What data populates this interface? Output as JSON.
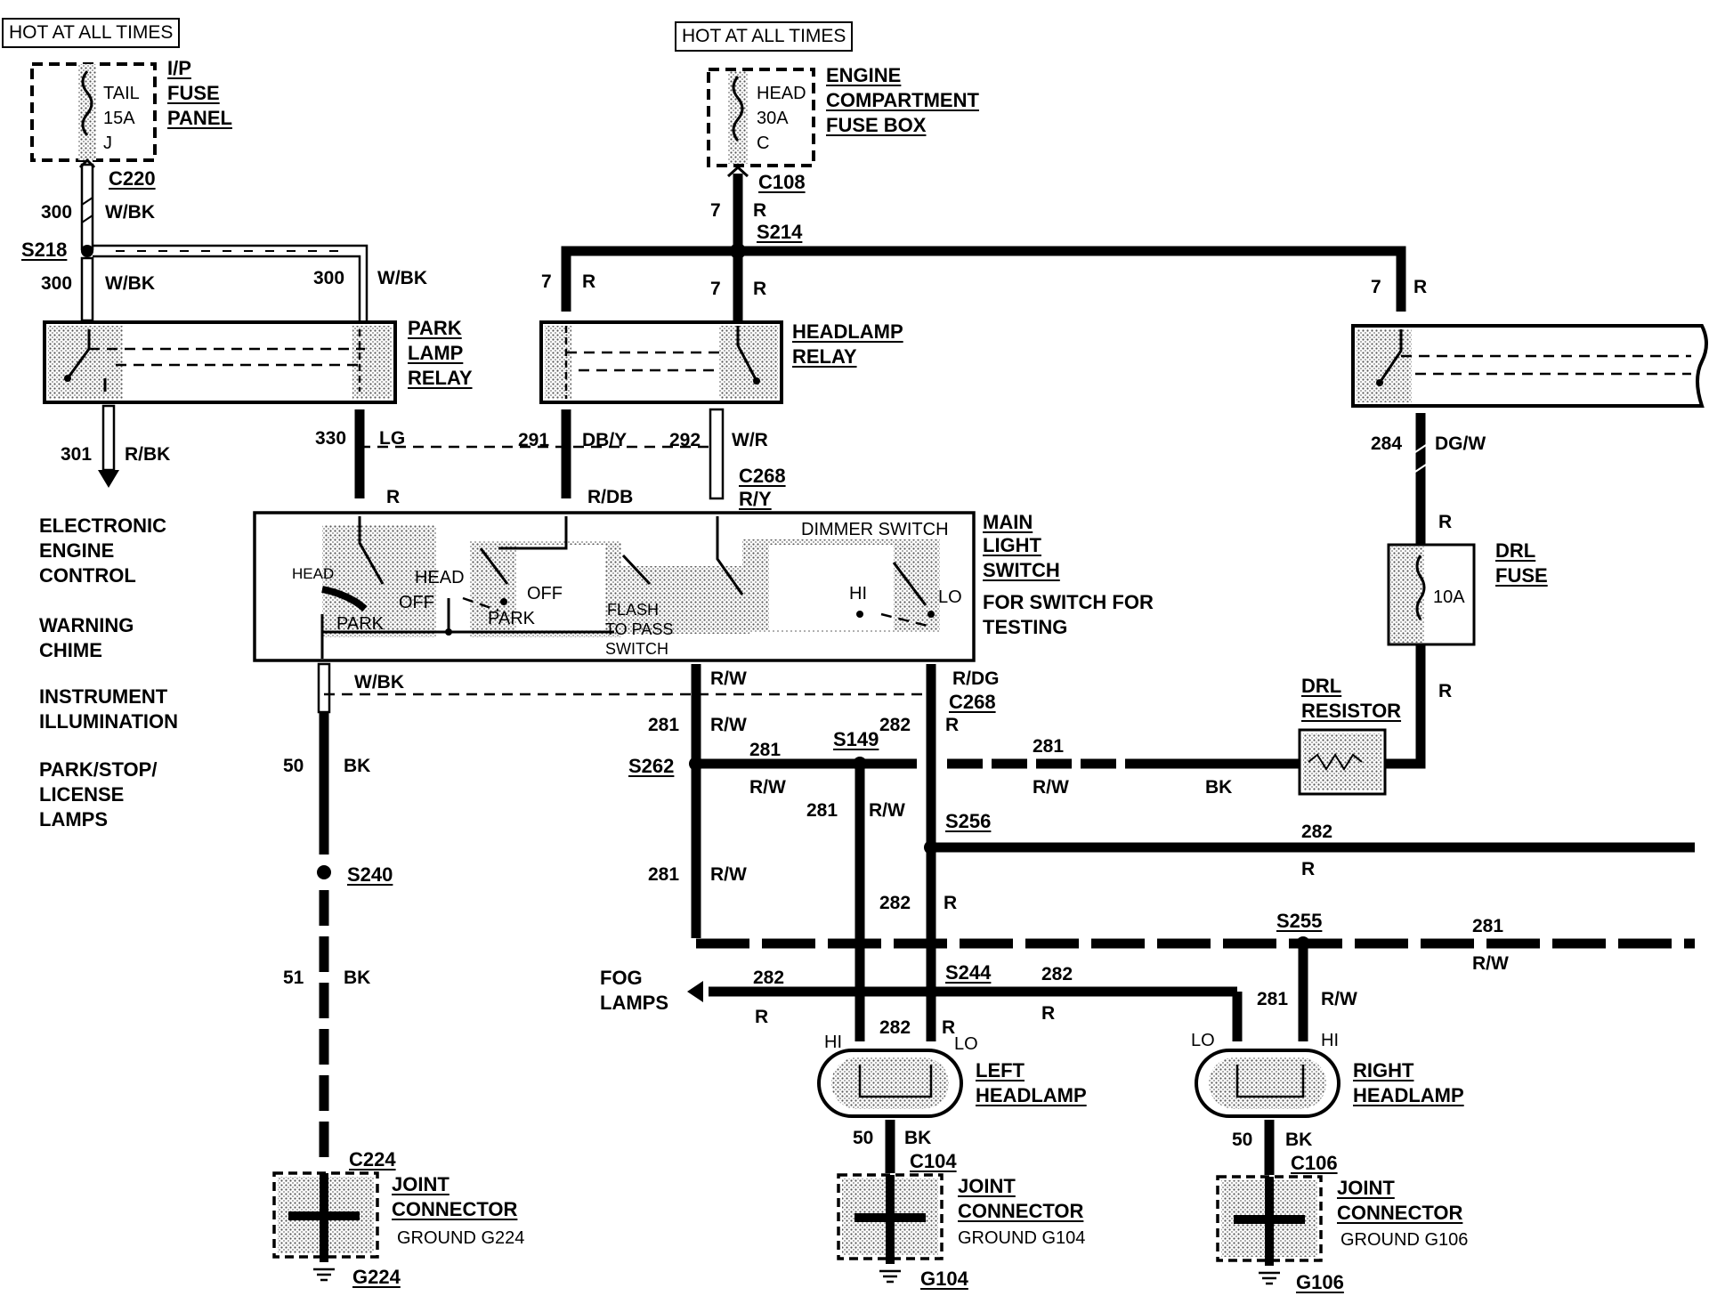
{
  "hot_labels": [
    "HOT AT ALL TIMES",
    "HOT AT ALL TIMES"
  ],
  "ip_fuse": {
    "name": "TAIL",
    "rating": "15A",
    "id": "J",
    "panel": [
      "I/P",
      "FUSE",
      "PANEL"
    ]
  },
  "engine_fuse": {
    "name": "HEAD",
    "rating": "30A",
    "id": "C",
    "box": [
      "ENGINE",
      "COMPARTMENT",
      "FUSE BOX"
    ]
  },
  "connectors": {
    "c220": "C220",
    "c108": "C108",
    "c268a": "C268",
    "c268b": "C268",
    "c224": "C224",
    "c104": "C104",
    "c106": "C106"
  },
  "splices": {
    "s218": "S218",
    "s214": "S214",
    "s262": "S262",
    "s149": "S149",
    "s256": "S256",
    "s240": "S240",
    "s244": "S244",
    "s255": "S255"
  },
  "wires": {
    "c300_top": "300",
    "wbk_top": "W/BK",
    "c300_left": "300",
    "wbk_left": "W/BK",
    "c300_right": "300",
    "wbk_right": "W/BK",
    "c7_top": "7",
    "r_top": "R",
    "c7_left": "7",
    "r_left": "R",
    "c7_mid": "7",
    "r_mid": "R",
    "c7_right": "7",
    "r_right": "R",
    "c301": "301",
    "rbk": "R/BK",
    "c330": "330",
    "lg": "LG",
    "c291": "291",
    "dby": "DB/Y",
    "c292": "292",
    "wr": "W/R",
    "c284": "284",
    "dgw": "DG/W",
    "r_sw1": "R",
    "rdb": "R/DB",
    "ry": "R/Y",
    "r_drl_top": "R",
    "r_drl_bot": "R",
    "wbk_sw": "W/BK",
    "rw_sw": "R/W",
    "rdg": "R/DG",
    "c281_a": "281",
    "rw_a": "R/W",
    "c282_a": "282",
    "r_a": "R",
    "c50_left": "50",
    "bk_left": "BK",
    "c281_s262": "281",
    "rw_s262": "R/W",
    "c281_h1": "281",
    "rw_h1": "R/W",
    "c281_drl": "281",
    "rw_drl": "R/W",
    "bk_drl": "BK",
    "c281_s149": "281",
    "rw_s149": "R/W",
    "c282_s256": "282",
    "r_s256": "R",
    "c281_left2": "281",
    "rw_left2": "R/W",
    "c282_mid": "282",
    "r_mid2": "R",
    "c281_s255": "281",
    "rw_s255": "R/W",
    "c51": "51",
    "bk51": "BK",
    "c282_fog": "282",
    "r_fog": "R",
    "c282_s244": "282",
    "r_s244": "R",
    "c281_rh": "281",
    "rw_rh": "R/W",
    "c282_lh": "282",
    "r_lh": "R",
    "c50_lh": "50",
    "bk_lh": "BK",
    "c50_rh": "50",
    "bk_rh": "BK"
  },
  "park_relay": [
    "PARK",
    "LAMP",
    "RELAY"
  ],
  "headlamp_relay": [
    "HEADLAMP",
    "RELAY"
  ],
  "eec_list": [
    "ELECTRONIC",
    "ENGINE",
    "CONTROL",
    "WARNING",
    "CHIME",
    "INSTRUMENT",
    "ILLUMINATION",
    "PARK/STOP/",
    "LICENSE",
    "LAMPS"
  ],
  "main_switch": {
    "title": [
      "MAIN",
      "LIGHT",
      "SWITCH"
    ],
    "note": [
      "FOR SWITCH FOR",
      "TESTING"
    ],
    "dimmer": "DIMMER SWITCH",
    "pos": {
      "head1": "HEAD",
      "head2": "HEAD",
      "off1": "OFF",
      "off2": "OFF",
      "park1": "PARK",
      "park2": "PARK",
      "flash": [
        "FLASH",
        "TO PASS",
        "SWITCH"
      ],
      "hi": "HI",
      "lo": "LO"
    }
  },
  "drl_fuse": {
    "label": [
      "DRL",
      "FUSE"
    ],
    "rating": "10A"
  },
  "drl_resistor": [
    "DRL",
    "RESISTOR"
  ],
  "fog": [
    "FOG",
    "LAMPS"
  ],
  "left_headlamp": {
    "label": [
      "LEFT",
      "HEADLAMP"
    ],
    "hi": "HI",
    "lo": "LO"
  },
  "right_headlamp": {
    "label": [
      "RIGHT",
      "HEADLAMP"
    ],
    "hi": "HI",
    "lo": "LO"
  },
  "joint_connectors": [
    {
      "label": [
        "JOINT",
        "CONNECTOR"
      ],
      "ground": "GROUND G224",
      "id": "G224"
    },
    {
      "label": [
        "JOINT",
        "CONNECTOR"
      ],
      "ground": "GROUND G104",
      "id": "G104"
    },
    {
      "label": [
        "JOINT",
        "CONNECTOR"
      ],
      "ground": "GROUND G106",
      "id": "G106"
    }
  ]
}
